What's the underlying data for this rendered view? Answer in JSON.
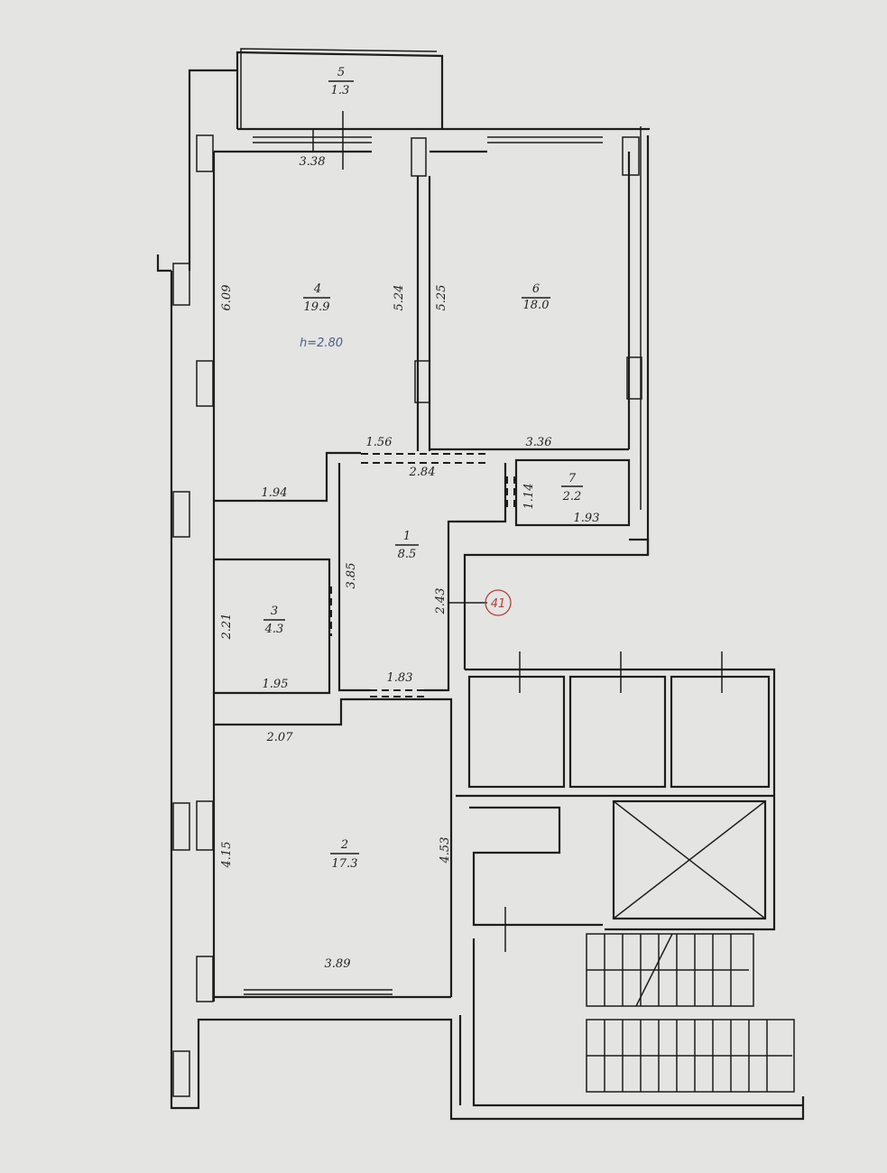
{
  "rooms": [
    {
      "number": "1",
      "area": "8.5"
    },
    {
      "number": "2",
      "area": "17.3"
    },
    {
      "number": "3",
      "area": "4.3"
    },
    {
      "number": "4",
      "area": "19.9"
    },
    {
      "number": "5",
      "area": "1.3"
    },
    {
      "number": "6",
      "area": "18.0"
    },
    {
      "number": "7",
      "area": "2.2"
    }
  ],
  "ceiling_height": "h=2.80",
  "apartment_number": "41",
  "dimensions": {
    "balcony_width": "3.38",
    "room4_height_left": "6.09",
    "room4_height_right": "5.24",
    "room6_height_left": "5.25",
    "room4_bottom": "1.56",
    "room6_bottom": "3.36",
    "hall_top": "2.84",
    "room4_lower": "1.94",
    "room7_height": "1.14",
    "room7_width": "1.93",
    "hall_height": "3.85",
    "hall_entry": "2.43",
    "room3_height": "2.21",
    "room3_width": "1.95",
    "hall_bottom": "1.83",
    "room2_top": "2.07",
    "room2_left": "4.15",
    "room2_right": "4.53",
    "room2_bottom": "3.89"
  },
  "colors": {
    "walls": "#1d1d1d",
    "height_text": "#4a5f86",
    "apartment_marker": "#b0413f"
  }
}
